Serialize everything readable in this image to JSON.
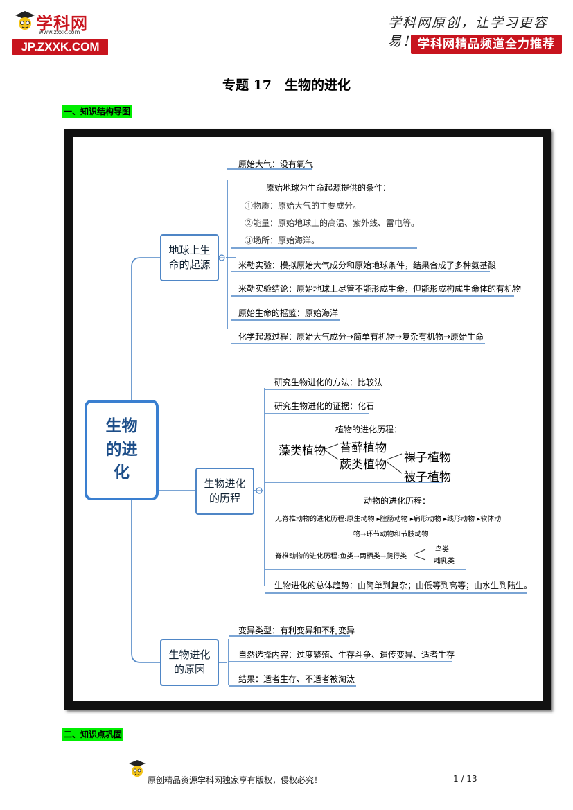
{
  "header": {
    "logo_name": "学科网",
    "logo_url": "www.zxxk.com",
    "logo_domain": "JP.ZXXK.COM",
    "slogan": "学科网原创，让学习更容易！",
    "channel_badge": "学科网精品频道全力推荐"
  },
  "title": "专题 17　生物的进化",
  "section1": "一、知识结构导图",
  "section2": "二、知识点巩固",
  "mindmap": {
    "central": "生物的进化",
    "branches": [
      {
        "label": "地球上生命的起源",
        "items": [
          "原始大气：没有氧气",
          "原始地球为生命起源提供的条件：",
          "①物质：原始大气的主要成分。",
          "②能量：原始地球上的高温、紫外线、雷电等。",
          "③场所：原始海洋。",
          "米勒实验：模拟原始大气成分和原始地球条件，结果合成了多种氨基酸",
          "米勒实验结论：原始地球上尽管不能形成生命，但能形成构成生命体的有机物",
          "原始生命的摇篮：原始海洋",
          "化学起源过程：原始大气成分→简单有机物→复杂有机物→原始生命"
        ]
      },
      {
        "label": "生物进化的历程",
        "items": [
          "研究生物进化的方法：比较法",
          "研究生物进化的证据：化石",
          "植物的进化历程：",
          "动物的进化历程：",
          "无脊椎动物的进化历程:原生动物 ▸腔肠动物 ▸扁形动物 ▸线形动物 ▸软体动",
          "物→环节动物和节肢动物",
          "脊椎动物的进化历程:鱼类→两栖类→爬行类",
          "生物进化的总体趋势：由简单到复杂；由低等到高等；由水生到陆生。"
        ],
        "plants": [
          "藻类植物",
          "苔藓植物",
          "蕨类植物",
          "裸子植物",
          "被子植物"
        ],
        "birds_mammals": [
          "鸟类",
          "哺乳类"
        ]
      },
      {
        "label": "生物进化的原因",
        "items": [
          "变异类型：有利变异和不利变异",
          "自然选择内容：过度繁殖、生存斗争、遗传变异、适者生存",
          "结果：适者生存、不适者被淘汰"
        ]
      }
    ]
  },
  "footer": {
    "copyright": "原创精品资源学科网独家享有版权，侵权必究！",
    "page": "1 / 13"
  },
  "colors": {
    "brand_red": "#c8141e",
    "highlight": "#00ee00",
    "node_blue": "#4f86c6"
  }
}
